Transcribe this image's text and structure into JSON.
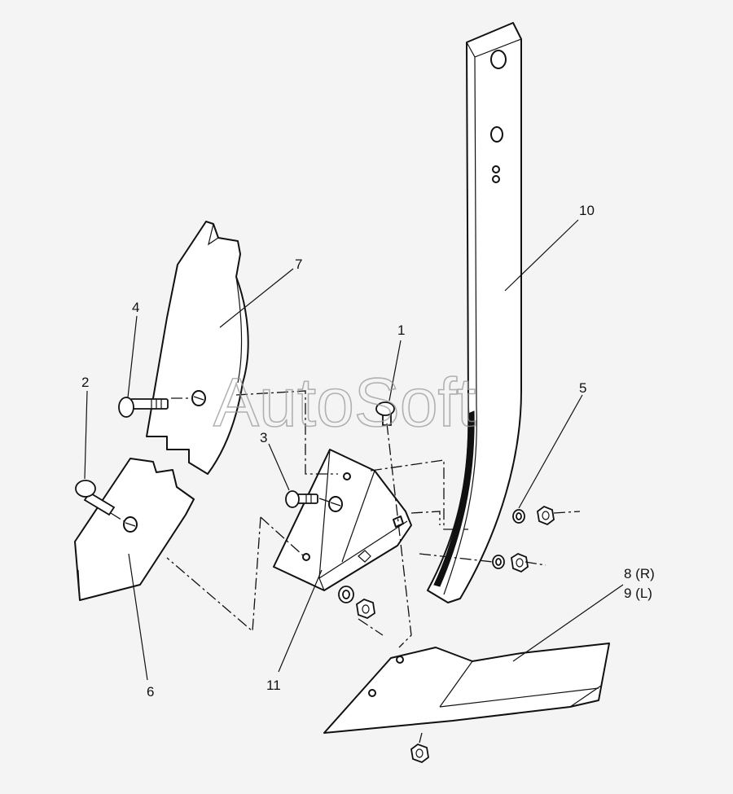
{
  "watermark": "AutoSoft",
  "callouts": [
    {
      "id": "1",
      "label": "1"
    },
    {
      "id": "2",
      "label": "2"
    },
    {
      "id": "3",
      "label": "3"
    },
    {
      "id": "4",
      "label": "4"
    },
    {
      "id": "5",
      "label": "5"
    },
    {
      "id": "6",
      "label": "6"
    },
    {
      "id": "7",
      "label": "7"
    },
    {
      "id": "8",
      "label": "8 (R)"
    },
    {
      "id": "9",
      "label": "9 (L)"
    },
    {
      "id": "10",
      "label": "10"
    },
    {
      "id": "11",
      "label": "11"
    }
  ]
}
